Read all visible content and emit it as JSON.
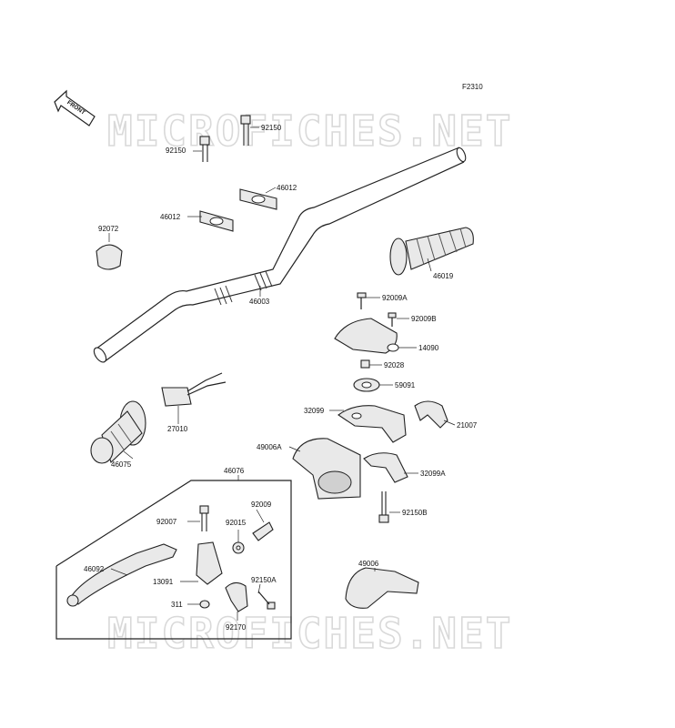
{
  "figure_code": "F2310",
  "front_marker": "FRONT",
  "watermark": "MICROFICHES.NET",
  "labels": {
    "p92150_top": "92150",
    "p92150_left": "92150",
    "p46012_right": "46012",
    "p46012_left": "46012",
    "p92072": "92072",
    "p46003": "46003",
    "p46019": "46019",
    "p92009A": "92009A",
    "p92009B": "92009B",
    "p14090": "14090",
    "p92028": "92028",
    "p59091": "59091",
    "p32099": "32099",
    "p21007": "21007",
    "p27010": "27010",
    "p46075": "46075",
    "p49006A": "49006A",
    "p32099A": "32099A",
    "p92150B": "92150B",
    "p46076": "46076",
    "p92009": "92009",
    "p92007": "92007",
    "p92015": "92015",
    "p46092": "46092",
    "p13091": "13091",
    "p92150A": "92150A",
    "p311": "311",
    "p92170": "92170",
    "p49006": "49006"
  }
}
